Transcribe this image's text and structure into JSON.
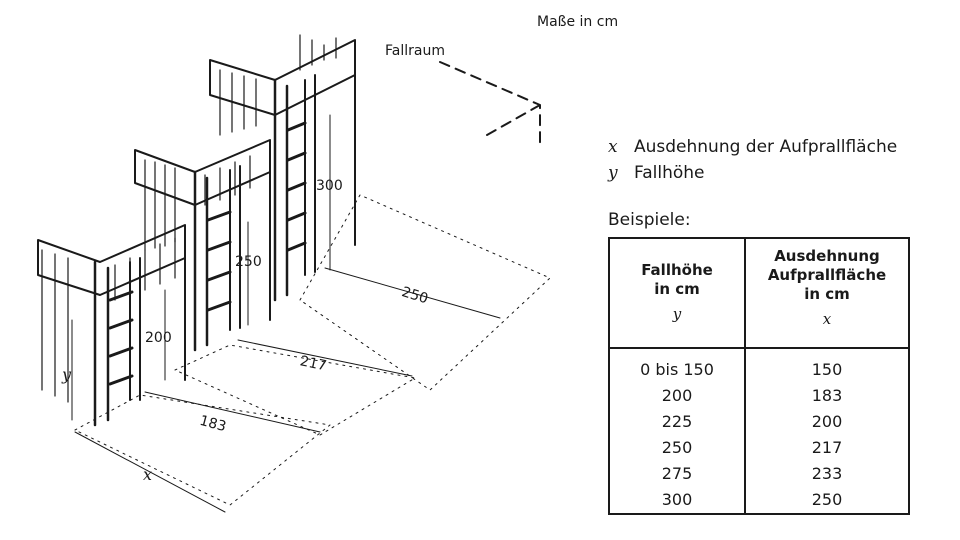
{
  "units_note": "Maße in cm",
  "drawing": {
    "fallraum_label": "Fallraum",
    "dim_labels": {
      "h200": "200",
      "h250": "250",
      "h300": "300",
      "d183": "183",
      "d217": "217",
      "d250": "250",
      "y": "y",
      "x": "x"
    }
  },
  "legend": [
    {
      "symbol": "x",
      "text": "Ausdehnung der Aufprallfläche"
    },
    {
      "symbol": "y",
      "text": "Fallhöhe"
    }
  ],
  "examples_title": "Beispiele:",
  "table": {
    "header_height": {
      "line1": "Fallhöhe",
      "line2": "in cm",
      "symbol": "y"
    },
    "header_extent": {
      "line1": "Ausdehnung",
      "line2": "Aufprallfläche",
      "line3": "in cm",
      "symbol": "x"
    },
    "rows": [
      {
        "height": "0 bis 150",
        "extent": "150"
      },
      {
        "height": "200",
        "extent": "183"
      },
      {
        "height": "225",
        "extent": "200"
      },
      {
        "height": "250",
        "extent": "217"
      },
      {
        "height": "275",
        "extent": "233"
      },
      {
        "height": "300",
        "extent": "250"
      }
    ]
  }
}
